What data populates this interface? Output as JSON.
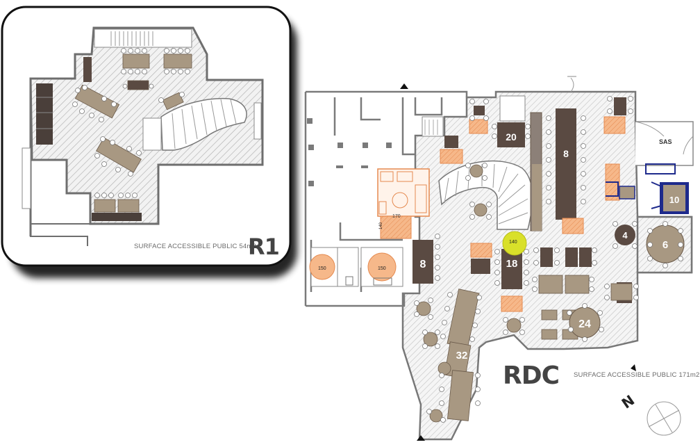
{
  "r1": {
    "level_label": "R1",
    "surface_caption": "SURFACE ACCESSIBLE PUBLIC 54m2"
  },
  "rdc": {
    "level_label": "RDC",
    "surface_caption": "SURFACE ACCESSIBLE PUBLIC 171m2",
    "entrance_label": "SAS",
    "table_capacities": [
      "20",
      "8",
      "10",
      "4",
      "6",
      "8",
      "18",
      "24",
      "32"
    ],
    "dimension_labels": [
      "170",
      "140",
      "150",
      "150",
      "140"
    ]
  },
  "north_label": "N",
  "colors": {
    "floor_hatch": "#c8c8c8",
    "table_dark": "#5a4a42",
    "table_light": "#a89882",
    "chair": "#b8b8b8",
    "kitchen_orange": "#f4a06a",
    "accessible_blue": "#1e2a8c",
    "highlight_yellow": "#d9e02a",
    "wall": "#8a8a8a",
    "stair_white": "#ffffff"
  }
}
